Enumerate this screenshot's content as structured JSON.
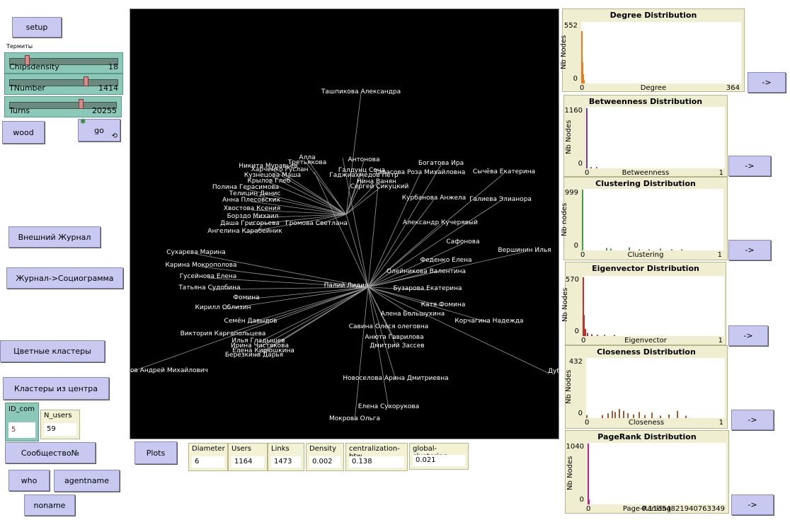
{
  "buttons": {
    "setup": "setup",
    "wood": "wood",
    "go": "go",
    "external_journal": "Внешний Журнал",
    "journal_sociogram": "Журнал->Социограмма",
    "color_clusters": "Цветные кластеры",
    "clusters_center": "Кластеры из центра",
    "community": "Сообщество№",
    "who": "who",
    "agentname": "agentname",
    "noname": "noname",
    "plots": "Plots",
    "arrow": "->"
  },
  "group_label": "Термиты",
  "sliders": [
    {
      "label": "Chipsdensity",
      "value": "18",
      "fraction": 0.19
    },
    {
      "label": "TNumber",
      "value": "1414",
      "fraction": 0.72
    },
    {
      "label": "Turns",
      "value": "20255",
      "fraction": 0.65
    }
  ],
  "inputs": {
    "id_com": {
      "label": "ID_com",
      "value": "5"
    },
    "n_users": {
      "label": "N_users",
      "value": "59"
    }
  },
  "monitors": [
    {
      "label": "Diameter",
      "value": "6"
    },
    {
      "label": "Users",
      "value": "1164"
    },
    {
      "label": "Links",
      "value": "1473"
    },
    {
      "label": "Density",
      "value": "0.002"
    },
    {
      "label": "centralization-btw",
      "value": "0.138"
    },
    {
      "label": "global-clustering",
      "value": "0.021"
    }
  ],
  "plots": [
    {
      "title": "Degree Distribution",
      "ylabel": "Nb Nodes",
      "ymax": "552",
      "ymin": "0",
      "xmin": "0",
      "xmax": "364",
      "xlabel": "Degree",
      "color": "#f07820"
    },
    {
      "title": "Betweenness Distribution",
      "ylabel": "Nb Nodes",
      "ymax": "1160",
      "ymin": "0",
      "xmin": "0",
      "xmax": "1",
      "xlabel": "Betweenness",
      "color": "#7a3aa0"
    },
    {
      "title": "Clustering Distribution",
      "ylabel": "Nb nodes",
      "ymax": "999",
      "ymin": "0",
      "xmin": "0",
      "xmax": "1",
      "xlabel": "Clustering",
      "color": "#40a040"
    },
    {
      "title": "Eigenvector Distribution",
      "ylabel": "Nb Nodes",
      "ymax": "570",
      "ymin": "0",
      "xmin": "0",
      "xmax": "1",
      "xlabel": "Eigenvector",
      "color": "#c03030"
    },
    {
      "title": "Closeness Distribution",
      "ylabel": "Nb Nodes",
      "ymax": "432",
      "ymin": "0",
      "xmin": "0",
      "xmax": "1",
      "xlabel": "Closeness",
      "color": "#a05a30"
    },
    {
      "title": "PageRank Distribution",
      "ylabel": "Nb Nodes",
      "ymax": "1040",
      "ymin": "0",
      "xmin": "0",
      "xmax": "0.11354821940763349",
      "xlabel": "Page-Ranking",
      "color": "#c020a0"
    }
  ],
  "nodes": [
    "Ташпикова Александра",
    "Никита Муравьёв",
    "Харченко Руслан",
    "Кузнецова Маша",
    "Крылов Глеб",
    "Полина Герасимова",
    "Телицин Денис",
    "Анна Плесовских",
    "Хвостова Ксения",
    "Борздо Михаил",
    "Даша Григорьева",
    "Громова Светлана",
    "Ангелина Карабейник",
    "Гаджиахмедов Пётр",
    "Галдунц Сона",
    "Нина Ванян",
    "Сергей Сикуцкий",
    "Богатова Ира",
    "Тарасова Роза Михайловна",
    "Сычёва Екатерина",
    "Курбанова Анжела",
    "Галиева Элианора",
    "Александр Кучерявый",
    "Сафонова",
    "Вершинин Илья",
    "Феденко Елена",
    "Олейникова Валентина",
    "Бузарова Екатерина",
    "Катя Фомина",
    "Алена Большухина",
    "Корчагина Надежда",
    "Палий Лидия",
    "Сухарева Марина",
    "Карина Мокрополова",
    "Гусейнова Елена",
    "Татьяна Судобина",
    "Фомина",
    "Кирилл Облизин",
    "Семён Давыдов",
    "Виктория Каргапольцева",
    "Илья Гладышев",
    "Ирина Чистякова",
    "Елена Кирюшкина",
    "Берёзкина Дарья",
    "Дмитрий Зассев",
    "Савина Олеся олеговна",
    "Анюта Гаврилова",
    "Новоселова Арина Дмитриевна",
    "Елена Сухорукова",
    "Мокрова Ольга",
    "ов Андрей Михайлович",
    "Дуб",
    "Алла",
    "Третьякова",
    "Антонова"
  ]
}
